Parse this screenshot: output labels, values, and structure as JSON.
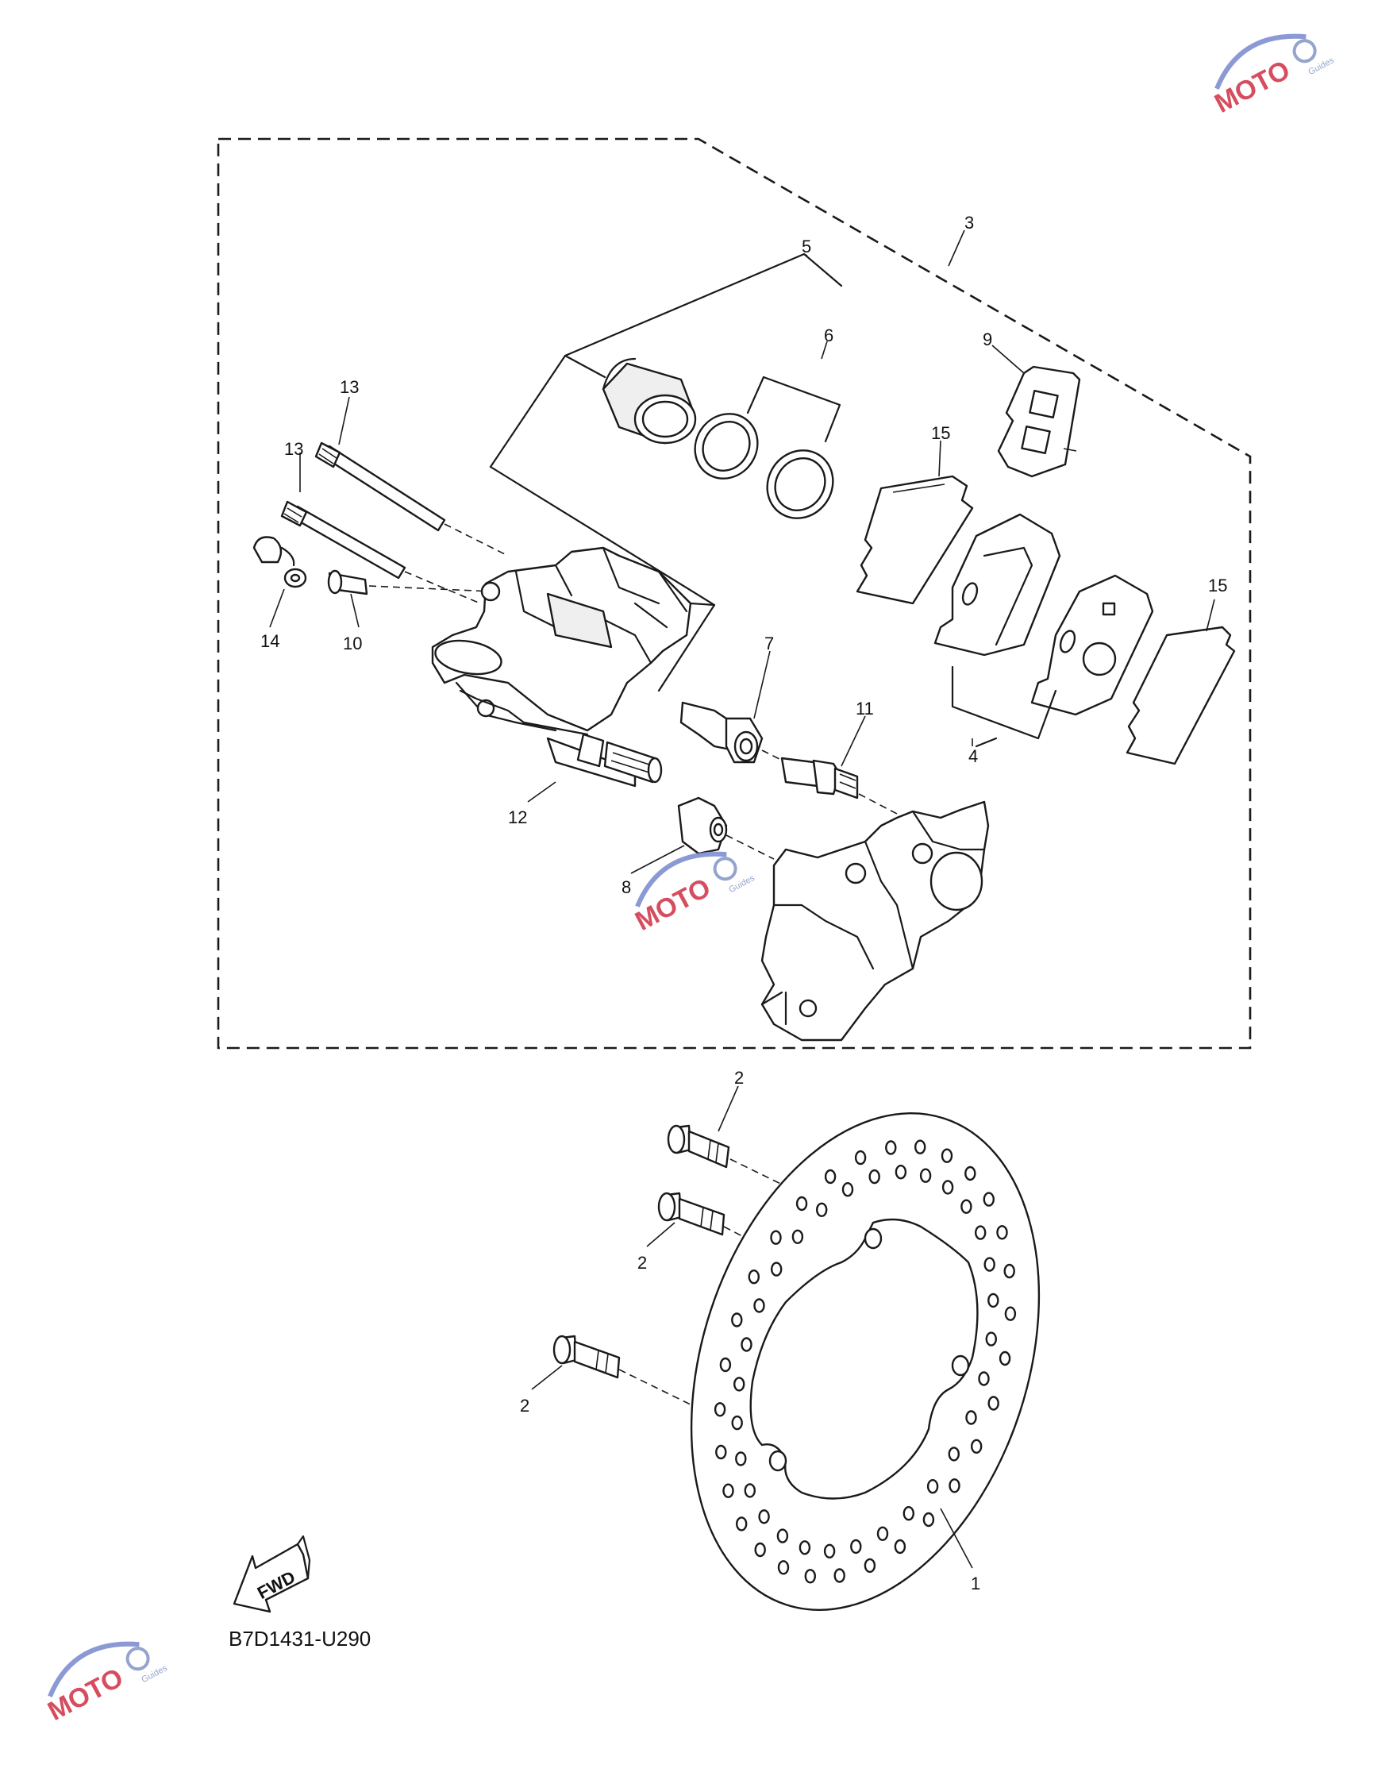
{
  "diagram_code": "B7D1431-U290",
  "fwd_label": "FWD",
  "watermark": {
    "text": "MOTO",
    "subtext": "Guides",
    "colors": {
      "primary": "#d23a4e",
      "swoosh": "#7f8fd0"
    }
  },
  "labels": {
    "p1": "1",
    "p2a": "2",
    "p2b": "2",
    "p2c": "2",
    "p3": "3",
    "p4": "4",
    "p5": "5",
    "p6": "6",
    "p7": "7",
    "p8": "8",
    "p9": "9",
    "p10": "10",
    "p11": "11",
    "p12": "12",
    "p13a": "13",
    "p13b": "13",
    "p14": "14",
    "p15a": "15",
    "p15b": "15"
  }
}
